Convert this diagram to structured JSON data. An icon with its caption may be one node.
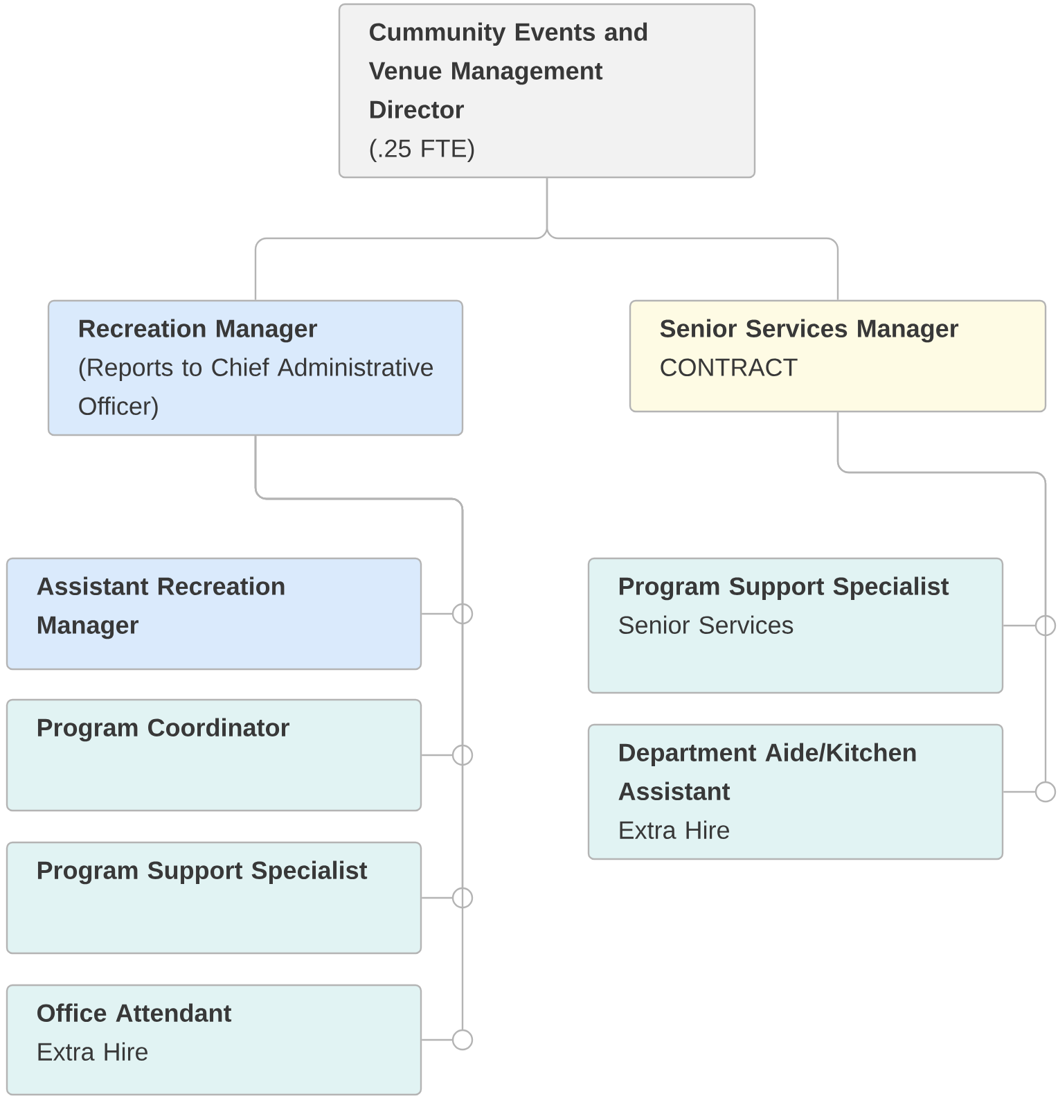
{
  "diagram": {
    "nodes": [
      {
        "text": [
          "Cummunity Events and Venue Management Director",
          "(.25 FTE)"
        ]
      },
      {
        "text": [
          "Recreation Manager",
          "(Reports to Chief Administrative Officer)"
        ]
      },
      {
        "text": [
          "Senior Services Manager",
          "CONTRACT"
        ]
      },
      {
        "text": [
          "Assistant Recreation Manager"
        ]
      },
      {
        "text": [
          "Program Coordinator"
        ]
      },
      {
        "text": [
          "Program Support Specialist"
        ]
      },
      {
        "text": [
          "Office Attendant",
          "Extra Hire"
        ]
      },
      {
        "text": [
          "Program Support Specialist",
          "Senior Services"
        ]
      },
      {
        "text": [
          "Department Aide/Kitchen Assistant",
          "Extra Hire"
        ]
      }
    ],
    "edges": [
      {
        "from": 0,
        "to": 1,
        "arrow": "none"
      },
      {
        "from": 0,
        "to": 2,
        "arrow": "none"
      },
      {
        "from": 1,
        "to": 3,
        "arrow": "none"
      },
      {
        "from": 1,
        "to": 4,
        "arrow": "none"
      },
      {
        "from": 1,
        "to": 5,
        "arrow": "none"
      },
      {
        "from": 1,
        "to": 6,
        "arrow": "none"
      },
      {
        "from": 2,
        "to": 7,
        "arrow": "none"
      },
      {
        "from": 2,
        "to": 8,
        "arrow": "none"
      }
    ]
  }
}
